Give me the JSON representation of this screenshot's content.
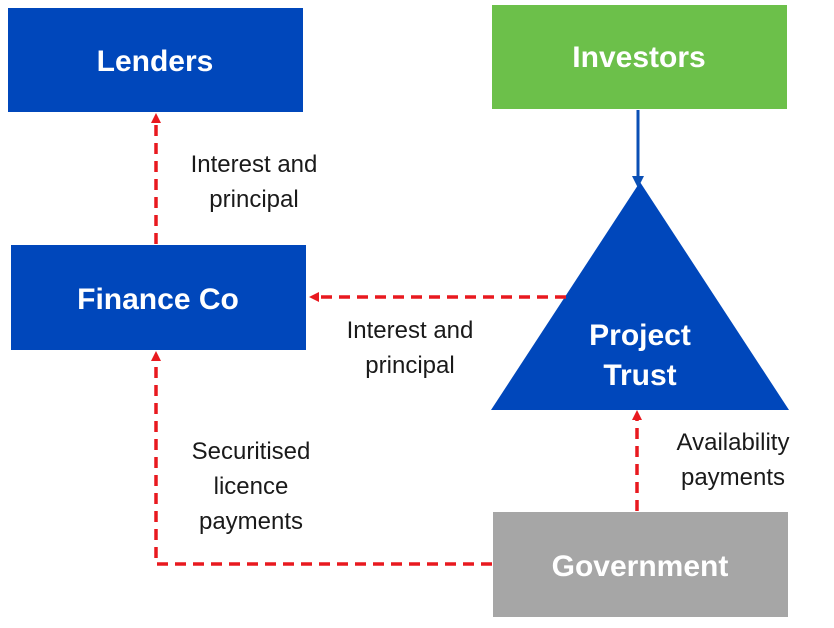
{
  "colors": {
    "blue_box": "#0047BB",
    "green_box": "#6CC04A",
    "grey_box": "#A6A6A6",
    "investor_arrow": "#0A4FB5",
    "payment_arrow": "#E8191F",
    "label_text": "#1A1A1A"
  },
  "nodes": {
    "lenders": "Lenders",
    "investors": "Investors",
    "finance_co": "Finance Co",
    "project_trust_line1": "Project",
    "project_trust_line2": "Trust",
    "government": "Government"
  },
  "edges": {
    "finance_to_lenders": {
      "line1": "Interest and",
      "line2": "principal"
    },
    "trust_to_finance": {
      "line1": "Interest and",
      "line2": "principal"
    },
    "government_to_finance": {
      "line1": "Securitised",
      "line2": "licence",
      "line3": "payments"
    },
    "government_to_trust": {
      "line1": "Availability",
      "line2": "payments"
    }
  }
}
